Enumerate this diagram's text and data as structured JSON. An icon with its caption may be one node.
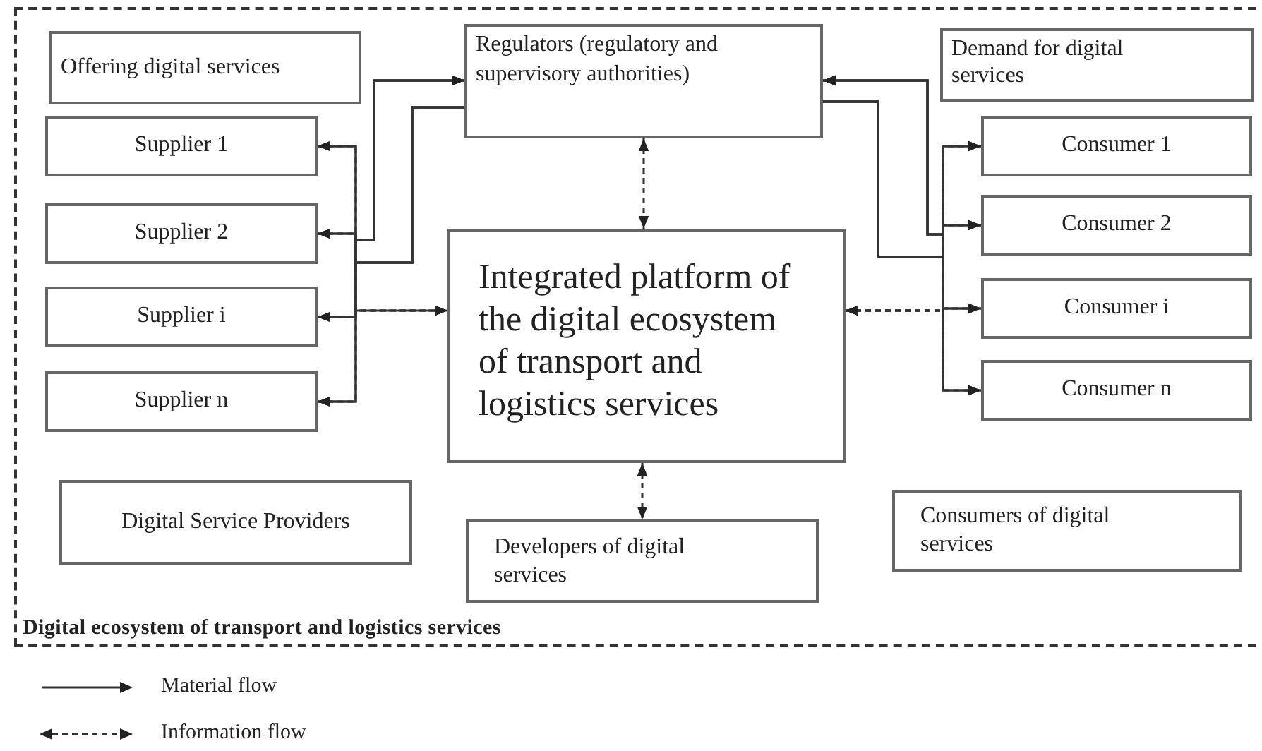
{
  "diagram": {
    "nodes": [
      {
        "text": [
          "Digital ecosystem of transport and logistics services"
        ]
      },
      {
        "text": [
          "Offering digital services"
        ],
        "in": 0
      },
      {
        "text": [
          "Regulators (regulatory and supervisory authorities)"
        ],
        "in": 0
      },
      {
        "text": [
          "Demand for digital services"
        ],
        "in": 0
      },
      {
        "text": [
          "Supplier 1"
        ],
        "in": 0
      },
      {
        "text": [
          "Supplier 2"
        ],
        "in": 0
      },
      {
        "text": [
          "Supplier i"
        ],
        "in": 0
      },
      {
        "text": [
          "Supplier n"
        ],
        "in": 0
      },
      {
        "text": [
          "Integrated platform of the digital ecosystem of transport and logistics services"
        ],
        "in": 0
      },
      {
        "text": [
          "Consumer 1"
        ],
        "in": 0
      },
      {
        "text": [
          "Consumer 2"
        ],
        "in": 0
      },
      {
        "text": [
          "Consumer i"
        ],
        "in": 0
      },
      {
        "text": [
          "Consumer n"
        ],
        "in": 0
      },
      {
        "text": [
          "Digital Service Providers"
        ],
        "in": 0
      },
      {
        "text": [
          "Developers of digital services"
        ],
        "in": 0
      },
      {
        "text": [
          "Consumers of digital services"
        ],
        "in": 0
      }
    ],
    "edges": [
      {
        "from": 4,
        "to": 2,
        "arrow": "to"
      },
      {
        "from": 5,
        "to": 2,
        "arrow": "to"
      },
      {
        "from": 6,
        "to": 2,
        "arrow": "to"
      },
      {
        "from": 7,
        "to": 2,
        "arrow": "to"
      },
      {
        "from": 2,
        "to": 4,
        "arrow": "to"
      },
      {
        "from": 2,
        "to": 5,
        "arrow": "to"
      },
      {
        "from": 2,
        "to": 6,
        "arrow": "to"
      },
      {
        "from": 2,
        "to": 7,
        "arrow": "to"
      },
      {
        "from": 4,
        "to": 8,
        "arrow": "both",
        "style": "dashed"
      },
      {
        "from": 5,
        "to": 8,
        "arrow": "both",
        "style": "dashed"
      },
      {
        "from": 6,
        "to": 8,
        "arrow": "both",
        "style": "dashed"
      },
      {
        "from": 7,
        "to": 8,
        "arrow": "both",
        "style": "dashed"
      },
      {
        "from": 9,
        "to": 2,
        "arrow": "to"
      },
      {
        "from": 10,
        "to": 2,
        "arrow": "to"
      },
      {
        "from": 11,
        "to": 2,
        "arrow": "to"
      },
      {
        "from": 12,
        "to": 2,
        "arrow": "to"
      },
      {
        "from": 2,
        "to": 9,
        "arrow": "to"
      },
      {
        "from": 2,
        "to": 10,
        "arrow": "to"
      },
      {
        "from": 2,
        "to": 11,
        "arrow": "to"
      },
      {
        "from": 2,
        "to": 12,
        "arrow": "to"
      },
      {
        "from": 8,
        "to": 9,
        "arrow": "both",
        "style": "dashed"
      },
      {
        "from": 8,
        "to": 10,
        "arrow": "both",
        "style": "dashed"
      },
      {
        "from": 8,
        "to": 11,
        "arrow": "both",
        "style": "dashed"
      },
      {
        "from": 8,
        "to": 12,
        "arrow": "both",
        "style": "dashed"
      },
      {
        "from": 2,
        "to": 8,
        "arrow": "both",
        "style": "dashed"
      },
      {
        "from": 8,
        "to": 14,
        "arrow": "both",
        "style": "dashed"
      }
    ],
    "legend": [
      {
        "text": "Material flow"
      },
      {
        "text": "Information flow"
      }
    ]
  }
}
